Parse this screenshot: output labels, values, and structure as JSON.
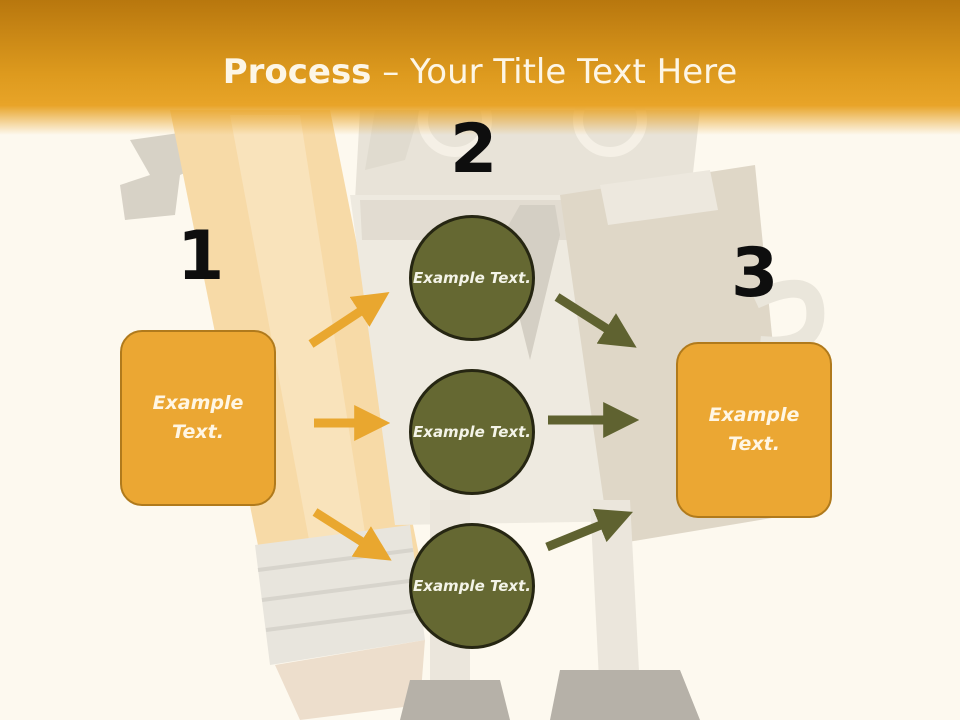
{
  "title": {
    "bold": "Process",
    "rest": " – Your Title Text Here"
  },
  "steps": {
    "n1": "1",
    "n2": "2",
    "n3": "3"
  },
  "left_box": {
    "text": "Example Text."
  },
  "right_box": {
    "text": "Example Text."
  },
  "circles": [
    {
      "text": "Example Text."
    },
    {
      "text": "Example Text."
    },
    {
      "text": "Example Text."
    }
  ],
  "colors": {
    "header": "#dd9a1e",
    "box_fill": "#eba733",
    "circle_fill": "#656832",
    "arrow_left": "#e9a72f",
    "arrow_right": "#5f6230",
    "background": "#fdf9ef"
  }
}
